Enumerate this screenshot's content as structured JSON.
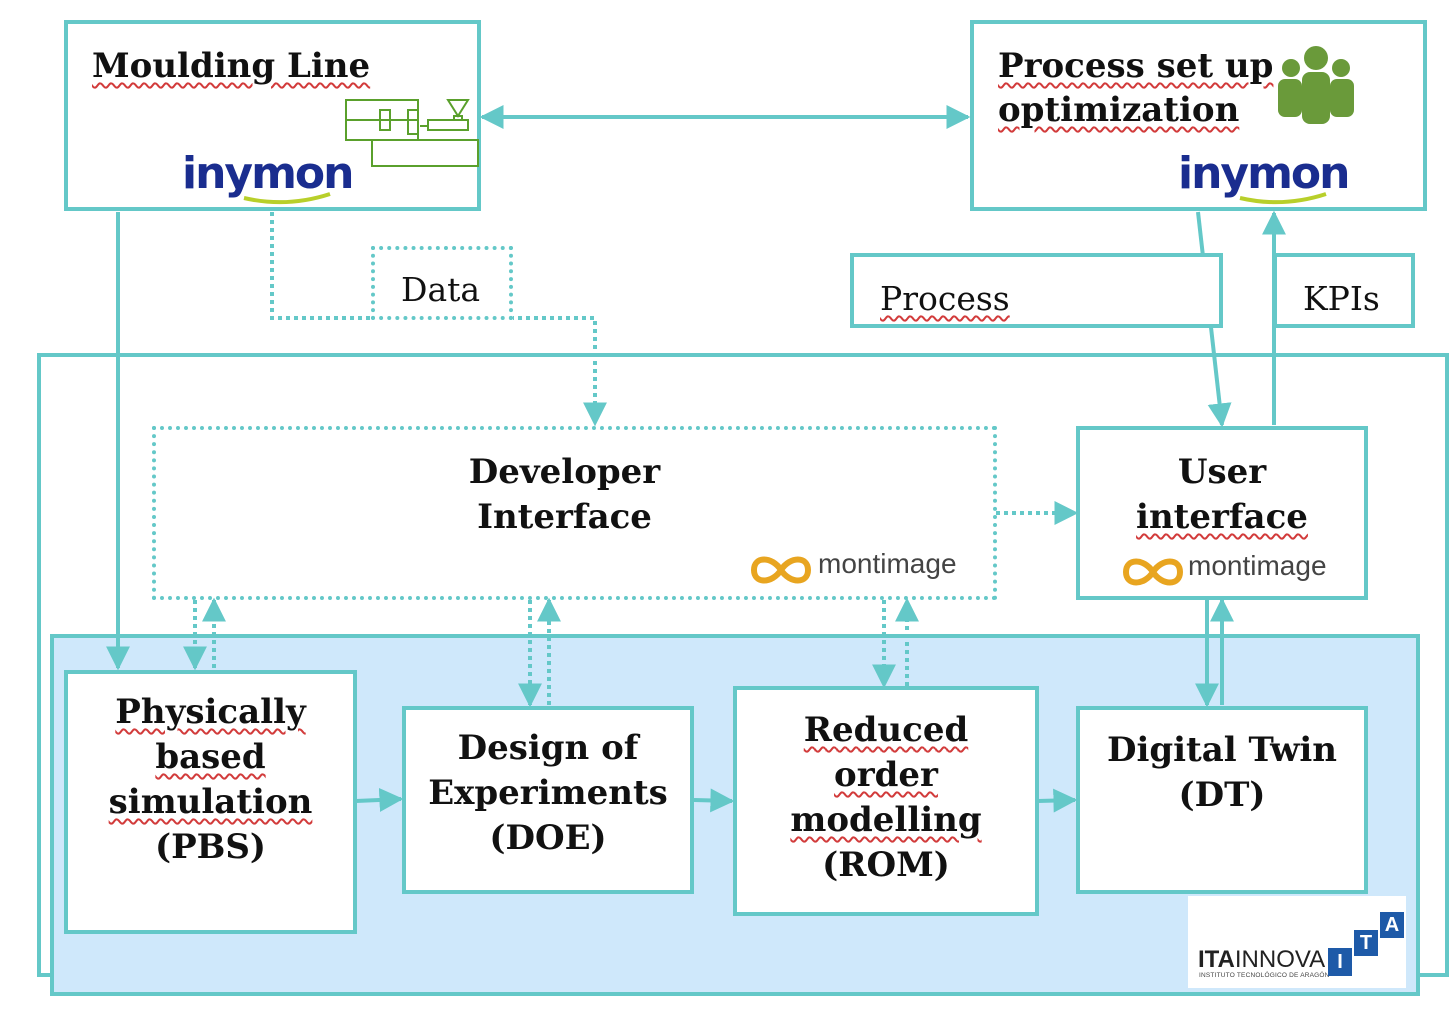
{
  "moulding_line": {
    "title": "Moulding Line",
    "logo": "inymon"
  },
  "process_setup": {
    "title_line1": "Process set up",
    "title_line2": "optimization",
    "logo": "inymon",
    "icon": "people-group-icon"
  },
  "labels": {
    "data": "Data",
    "process": "Process",
    "kpis": "KPIs"
  },
  "developer_interface": {
    "line1": "Developer",
    "line2": "Interface",
    "logo": "montimage"
  },
  "user_interface": {
    "line1": "User",
    "line2": "interface",
    "logo": "montimage"
  },
  "pbs": {
    "line1": "Physically",
    "line2": "based",
    "line3": "simulation",
    "line4": "(PBS)"
  },
  "doe": {
    "line1": "Design of",
    "line2": "Experiments",
    "line3": "(DOE)"
  },
  "rom": {
    "line1": "Reduced",
    "line2": "order",
    "line3": "modelling",
    "line4": "(ROM)"
  },
  "dt": {
    "line1": "Digital Twin",
    "line2": "(DT)"
  },
  "ita_logo": {
    "brand_a": "ITA",
    "brand_b": "INNOVA",
    "sub": "INSTITUTO TECNOLÓGICO DE ARAGÓN",
    "mark_i": "I",
    "mark_t": "T",
    "mark_a": "A"
  },
  "colors": {
    "line": "#64c8c8",
    "panel": "#cfe8fb",
    "inymon": "#1a2d8f",
    "inymon_swoosh": "#b8cf2a",
    "people": "#6a9a3a",
    "ita_blue": "#1e5aa8"
  }
}
